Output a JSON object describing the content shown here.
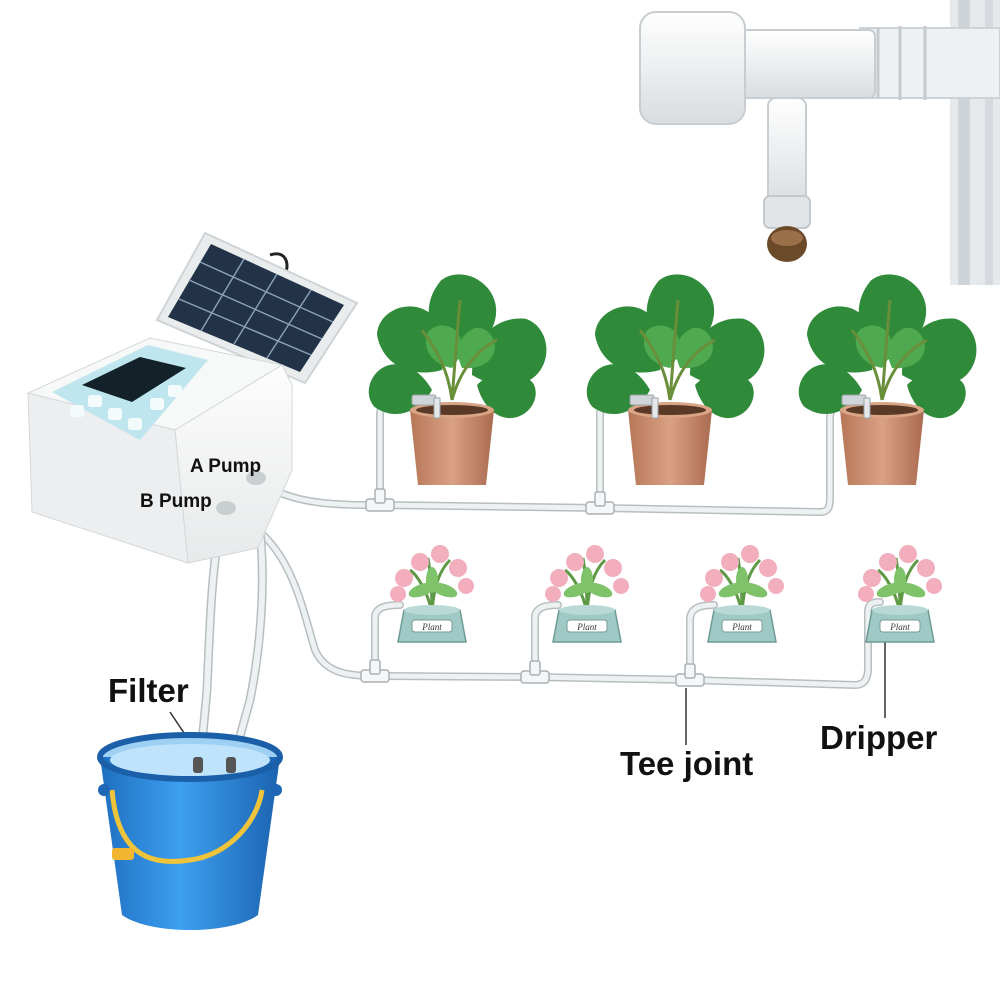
{
  "labels": {
    "a_pump": "A Pump",
    "b_pump": "B Pump",
    "filter": "Filter",
    "tee_joint": "Tee joint",
    "dripper": "Dripper"
  },
  "pot_label": "Plant",
  "colors": {
    "tube": "#e9ecee",
    "tube_edge": "#b7bec2",
    "foliage": "#2f8a3a",
    "terracotta": "#c98d6e",
    "bucket": "#2f8fe0",
    "succulent": "#f2aebd",
    "controller_panel": "#bfe6ef",
    "solar": "#223347",
    "handle": "#f0c43a"
  },
  "icons": [
    "solar-panel-icon",
    "controller-icon",
    "bucket-icon",
    "monstera-plant-icon",
    "succulent-plant-icon",
    "dripper-closeup-icon",
    "tee-joint-icon"
  ]
}
